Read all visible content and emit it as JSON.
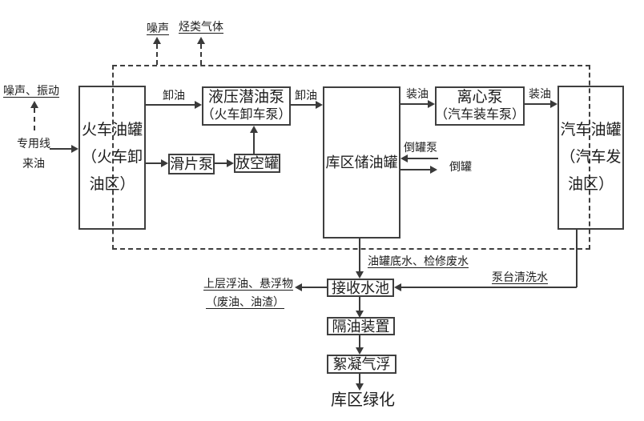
{
  "diagram": {
    "boxes": {
      "train_tank": {
        "lines": [
          "火车油罐",
          "（火车卸",
          "油区）"
        ]
      },
      "hydraulic_pump": {
        "lines": [
          "液压潜油泵",
          "（火车卸车泵）"
        ]
      },
      "vane_pump": {
        "label": "滑片泵"
      },
      "vent_tank": {
        "label": "放空罐"
      },
      "storage_tank": {
        "label": "库区储油罐"
      },
      "centrifugal_pump": {
        "lines": [
          "离心泵",
          "（汽车装车泵）"
        ]
      },
      "truck_tank": {
        "lines": [
          "汽车油罐",
          "（汽车发",
          "油区）"
        ]
      },
      "receiving_pool": {
        "label": "接收水池"
      },
      "oil_separator": {
        "label": "隔油装置"
      },
      "flocculation": {
        "label": "絮凝气浮"
      },
      "greening": {
        "label": "库区绿化"
      }
    },
    "labels": {
      "noise_top": "噪声",
      "hydrocarbon_gas": "烃类气体",
      "noise_vibration": "噪声、振动",
      "feed_line_1": "专用线",
      "feed_line_2": "来油",
      "unload_1": "卸油",
      "unload_2": "卸油",
      "load_1": "装油",
      "load_2": "装油",
      "transfer_pump": "倒罐泵",
      "transfer": "倒罐",
      "tank_bottom_water": "油罐底水、检修废水",
      "pump_wash_water": "泵台清洗水",
      "floating_oil": "上层浮油、悬浮物",
      "waste_oil": "（废油、油渣）"
    },
    "colors": {
      "line": "#3a3a3a",
      "text": "#1d1d1d",
      "background": "#ffffff"
    }
  }
}
